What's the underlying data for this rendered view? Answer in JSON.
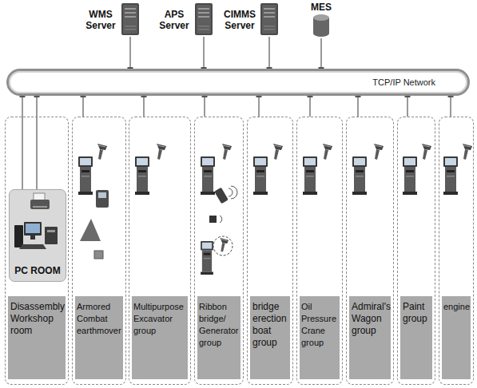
{
  "diagram": {
    "nodes": [
      {
        "text": [
          "WMS Server"
        ]
      },
      {
        "text": [
          "APS Server"
        ]
      },
      {
        "text": [
          "CIMMS Server"
        ]
      },
      {
        "text": [
          "MES"
        ]
      },
      {
        "text": [
          "TCP/IP Network"
        ]
      },
      {
        "text": [
          "Disassembly Workshop room"
        ]
      },
      {
        "text": [
          "PC ROOM"
        ],
        "in": 5
      },
      {
        "text": [
          "Armored Combat earthmover"
        ]
      },
      {
        "text": [
          "Multipurpose Excavator group"
        ]
      },
      {
        "text": [
          "Ribbon bridge/ Generator group"
        ]
      },
      {
        "text": [
          "bridge erection boat group"
        ]
      },
      {
        "text": [
          "Oil Pressure Crane group"
        ]
      },
      {
        "text": [
          "Admiral's Wagon group"
        ]
      },
      {
        "text": [
          "Paint group"
        ]
      },
      {
        "text": [
          "engine"
        ]
      }
    ],
    "edges": [
      {
        "from": 0,
        "to": 4,
        "arrow": "none"
      },
      {
        "from": 1,
        "to": 4,
        "arrow": "none"
      },
      {
        "from": 2,
        "to": 4,
        "arrow": "none"
      },
      {
        "from": 3,
        "to": 4,
        "arrow": "none"
      },
      {
        "from": 4,
        "to": 6,
        "arrow": "none"
      },
      {
        "from": 4,
        "to": 6,
        "arrow": "none"
      },
      {
        "from": 4,
        "to": 7,
        "arrow": "none"
      },
      {
        "from": 4,
        "to": 8,
        "arrow": "none"
      },
      {
        "from": 4,
        "to": 9,
        "arrow": "none"
      },
      {
        "from": 4,
        "to": 10,
        "arrow": "none"
      },
      {
        "from": 4,
        "to": 11,
        "arrow": "none"
      },
      {
        "from": 4,
        "to": 12,
        "arrow": "none"
      },
      {
        "from": 4,
        "to": 13,
        "arrow": "none"
      },
      {
        "from": 4,
        "to": 14,
        "arrow": "none"
      }
    ]
  }
}
